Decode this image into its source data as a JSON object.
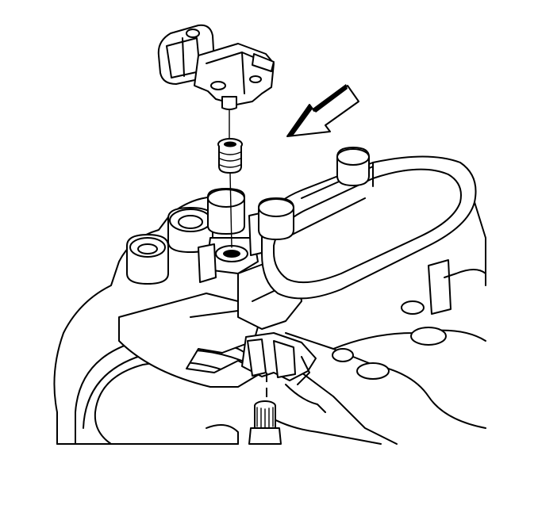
{
  "diagram": {
    "kind": "exploded-view line illustration",
    "parts_shown": [
      "sensor-connector",
      "seal",
      "manifold-housing",
      "lower-sensor"
    ],
    "direction_arrow_icon": "arrow-left-icon",
    "line_color": "#000000",
    "background_color": "#ffffff"
  }
}
